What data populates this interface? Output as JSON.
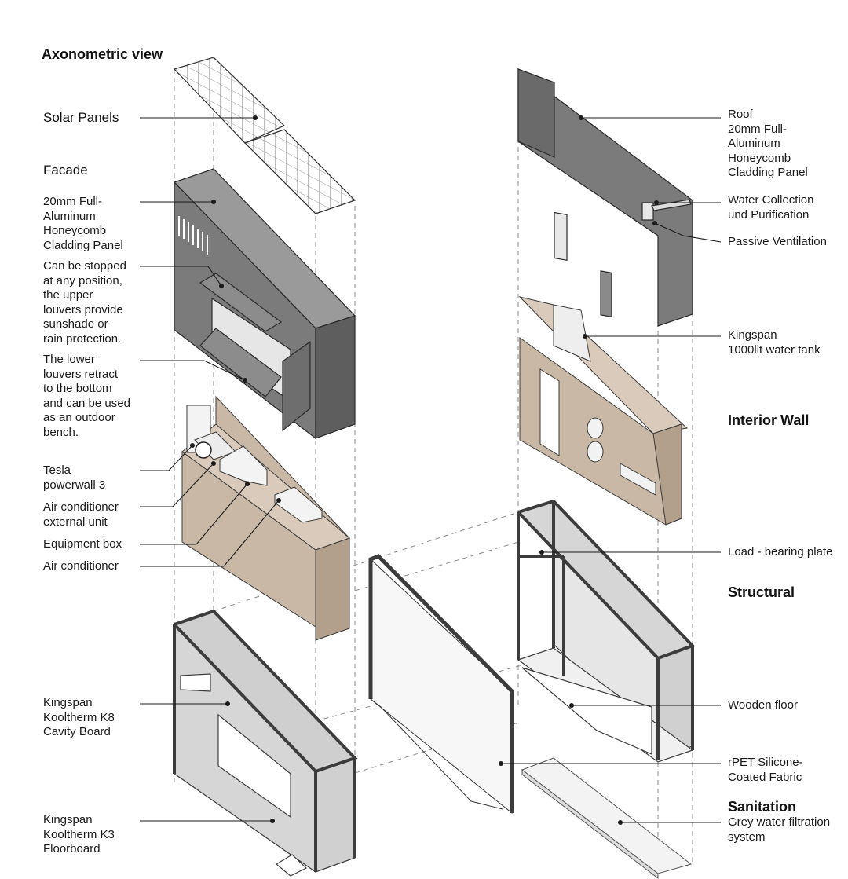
{
  "title": "Axonometric view",
  "sections": {
    "solar": "Solar Panels",
    "facade": "Facade",
    "interior_wall": "Interior Wall",
    "structural": "Structural",
    "sanitation": "Sanitation"
  },
  "labels_left": {
    "cladding": "20mm Full-\nAluminum\nHoneycomb\nCladding Panel",
    "upper_louvers": "Can be stopped\nat any position,\nthe upper\nlouvers provide\nsunshade or\nrain protection.",
    "lower_louvers": "The lower\nlouvers retract\nto the bottom\nand can be used\nas an outdoor\nbench.",
    "powerwall": "Tesla\npowerwall 3",
    "ac_external": "Air conditioner\nexternal unit",
    "equipment_box": "Equipment box",
    "air_conditioner": "Air conditioner",
    "k8": "Kingspan\nKooltherm K8\nCavity Board",
    "k3": "Kingspan\nKooltherm K3\nFloorboard"
  },
  "labels_right": {
    "roof": "Roof\n20mm Full-\nAluminum\nHoneycomb\nCladding Panel",
    "water_collection": "Water Collection\nund Purification",
    "passive_ventilation": "Passive Ventilation",
    "water_tank": "Kingspan\n1000lit water tank",
    "load_bearing": "Load - bearing plate",
    "wooden_floor": "Wooden floor",
    "rpet": "rPET Silicone-\nCoated Fabric",
    "grey_water": "Grey water filtration\nsystem"
  },
  "colors": {
    "cladding": "#7b7b7b",
    "cladding_dark": "#5e5e5e",
    "wood": "#c9b8a6",
    "wood_dark": "#b3a08c",
    "insulation": "#d6d6d6",
    "frame": "#3c3c3c",
    "line": "#1a1a1a",
    "dash": "#8a8a8a"
  }
}
